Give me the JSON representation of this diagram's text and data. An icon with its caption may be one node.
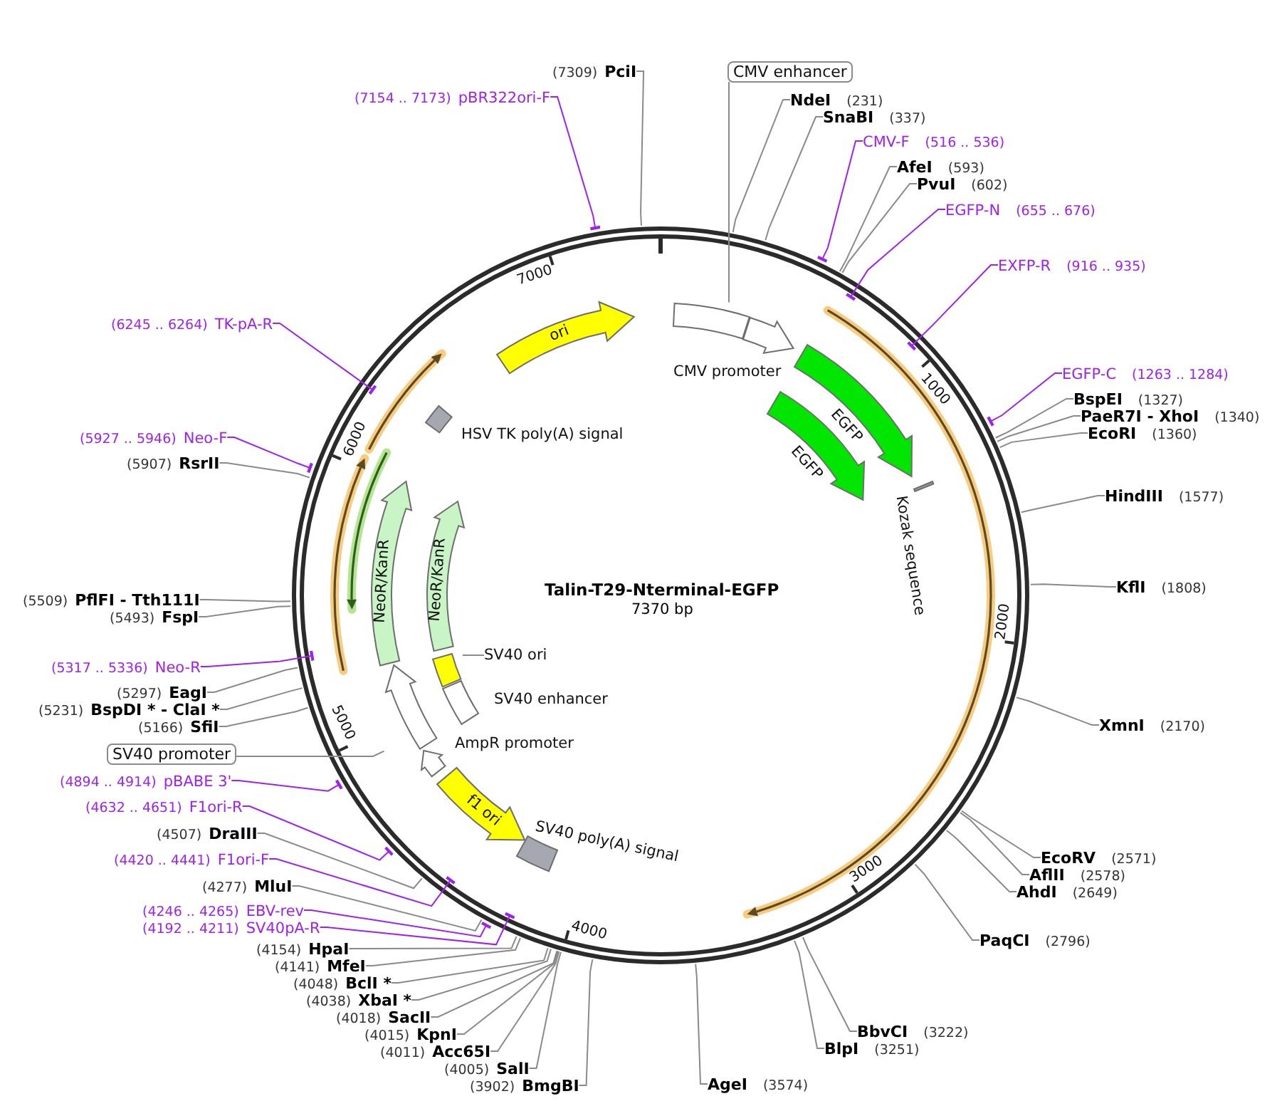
{
  "diagram": {
    "title": "Talin-T29-Nterminal-EGFP",
    "nodes": [
      {
        "text": [
          "(7154 .. 7173)",
          "pBR322ori-F"
        ]
      },
      {
        "text": [
          "(7309)",
          "PciI"
        ]
      },
      {
        "text": [
          "CMV enhancer"
        ]
      },
      {
        "text": [
          "NdeI",
          "(231)"
        ]
      },
      {
        "text": [
          "SnaBI",
          "(337)"
        ]
      },
      {
        "text": [
          "CMV-F",
          "(516 .. 536)"
        ]
      },
      {
        "text": [
          "AfeI",
          "(593)"
        ]
      },
      {
        "text": [
          "PvuI",
          "(602)"
        ]
      },
      {
        "text": [
          "EGFP-N",
          "(655 .. 676)"
        ]
      },
      {
        "text": [
          "EXFP-R",
          "(916 .. 935)"
        ]
      },
      {
        "text": [
          "EGFP-C",
          "(1263 .. 1284)"
        ]
      },
      {
        "text": [
          "BspEI",
          "(1327)"
        ]
      },
      {
        "text": [
          "PaeR7I - XhoI",
          "(1340)"
        ]
      },
      {
        "text": [
          "EcoRI",
          "(1360)"
        ]
      },
      {
        "text": [
          "HindIII",
          "(1577)"
        ]
      },
      {
        "text": [
          "KflI",
          "(1808)"
        ]
      },
      {
        "text": [
          "XmnI",
          "(2170)"
        ]
      },
      {
        "text": [
          "EcoRV",
          "(2571)"
        ]
      },
      {
        "text": [
          "AflII",
          "(2578)"
        ]
      },
      {
        "text": [
          "AhdI",
          "(2649)"
        ]
      },
      {
        "text": [
          "PaqCI",
          "(2796)"
        ]
      },
      {
        "text": [
          "BbvCI",
          "(3222)"
        ]
      },
      {
        "text": [
          "BlpI",
          "(3251)"
        ]
      },
      {
        "text": [
          "AgeI",
          "(3574)"
        ]
      },
      {
        "text": [
          "(3902)",
          "BmgBI"
        ]
      },
      {
        "text": [
          "(4005)",
          "SalI"
        ]
      },
      {
        "text": [
          "(4011)",
          "Acc65I"
        ]
      },
      {
        "text": [
          "(4015)",
          "KpnI"
        ]
      },
      {
        "text": [
          "(4018)",
          "SacII"
        ]
      },
      {
        "text": [
          "(4038)",
          "XbaI *"
        ]
      },
      {
        "text": [
          "(4048)",
          "BclI *"
        ]
      },
      {
        "text": [
          "(4141)",
          "MfeI"
        ]
      },
      {
        "text": [
          "(4154)",
          "HpaI"
        ]
      },
      {
        "text": [
          "(4192 .. 4211)",
          "SV40pA-R"
        ]
      },
      {
        "text": [
          "(4246 .. 4265)",
          "EBV-rev"
        ]
      },
      {
        "text": [
          "(4277)",
          "MluI"
        ]
      },
      {
        "text": [
          "(4420 .. 4441)",
          "F1ori-F"
        ]
      },
      {
        "text": [
          "(4507)",
          "DraIII"
        ]
      },
      {
        "text": [
          "(4632 .. 4651)",
          "F1ori-R"
        ]
      },
      {
        "text": [
          "(4894 .. 4914)",
          "pBABE 3'"
        ]
      },
      {
        "text": [
          "SV40 promoter"
        ]
      },
      {
        "text": [
          "(5166)",
          "SfiI"
        ]
      },
      {
        "text": [
          "(5231)",
          "BspDI * - ClaI *"
        ]
      },
      {
        "text": [
          "(5297)",
          "EagI"
        ]
      },
      {
        "text": [
          "(5317 .. 5336)",
          "Neo-R"
        ]
      },
      {
        "text": [
          "(5493)",
          "FspI"
        ]
      },
      {
        "text": [
          "(5509)",
          "PflFI - Tth111I"
        ]
      },
      {
        "text": [
          "(5907)",
          "RsrII"
        ]
      },
      {
        "text": [
          "(5927 .. 5946)",
          "Neo-F"
        ]
      },
      {
        "text": [
          "(6245 .. 6264)",
          "TK-pA-R"
        ]
      },
      {
        "text": [],
        "shape": "box"
      },
      {
        "text": [
          "CMV promoter"
        ]
      },
      {
        "text": [
          "EGFP"
        ]
      },
      {
        "text": [
          "EGFP"
        ]
      },
      {
        "text": [
          "Kozak sequence"
        ]
      },
      {
        "text": [
          "SV40 poly(A) signal"
        ]
      },
      {
        "text": [
          "f1 ori"
        ]
      },
      {
        "text": [
          "AmpR promoter"
        ]
      },
      {
        "text": [],
        "shape": "arrow"
      },
      {
        "text": [
          "SV40 enhancer"
        ]
      },
      {
        "text": [
          "SV40 ori"
        ]
      },
      {
        "text": [],
        "shape": "box"
      },
      {
        "text": [
          "NeoR/KanR"
        ]
      },
      {
        "text": [
          "NeoR/KanR"
        ]
      },
      {
        "text": [
          "HSV TK poly(A) signal"
        ]
      },
      {
        "text": [
          "ori"
        ]
      }
    ],
    "edges": [
      {
        "from": 0,
        "to": null,
        "arrow": "other",
        "color": "#a020f0"
      },
      {
        "from": 1,
        "to": null,
        "arrow": "none"
      },
      {
        "from": 2,
        "to": 50,
        "arrow": "none"
      },
      {
        "from": 3,
        "to": null,
        "arrow": "none"
      },
      {
        "from": 4,
        "to": null,
        "arrow": "none"
      },
      {
        "from": 5,
        "to": null,
        "arrow": "other",
        "color": "#a020f0"
      },
      {
        "from": 6,
        "to": null,
        "arrow": "none"
      },
      {
        "from": 7,
        "to": null,
        "arrow": "none"
      },
      {
        "from": 8,
        "to": null,
        "arrow": "other",
        "color": "#a020f0"
      },
      {
        "from": 9,
        "to": null,
        "arrow": "other",
        "color": "#a020f0"
      },
      {
        "from": 10,
        "to": null,
        "arrow": "other",
        "color": "#a020f0"
      },
      {
        "from": 11,
        "to": null,
        "arrow": "none"
      },
      {
        "from": 12,
        "to": null,
        "arrow": "none"
      },
      {
        "from": 13,
        "to": null,
        "arrow": "none"
      },
      {
        "from": 14,
        "to": null,
        "arrow": "none"
      },
      {
        "from": 15,
        "to": null,
        "arrow": "none"
      },
      {
        "from": 16,
        "to": null,
        "arrow": "none"
      },
      {
        "from": 17,
        "to": null,
        "arrow": "none"
      },
      {
        "from": 18,
        "to": null,
        "arrow": "none"
      },
      {
        "from": 19,
        "to": null,
        "arrow": "none"
      },
      {
        "from": 20,
        "to": null,
        "arrow": "none"
      },
      {
        "from": 21,
        "to": null,
        "arrow": "none"
      },
      {
        "from": 22,
        "to": null,
        "arrow": "none"
      },
      {
        "from": 23,
        "to": null,
        "arrow": "none"
      },
      {
        "from": 24,
        "to": null,
        "arrow": "none"
      },
      {
        "from": 25,
        "to": null,
        "arrow": "none"
      },
      {
        "from": 26,
        "to": null,
        "arrow": "none"
      },
      {
        "from": 27,
        "to": null,
        "arrow": "none"
      },
      {
        "from": 28,
        "to": null,
        "arrow": "none"
      },
      {
        "from": 29,
        "to": null,
        "arrow": "none"
      },
      {
        "from": 30,
        "to": null,
        "arrow": "none"
      },
      {
        "from": 31,
        "to": null,
        "arrow": "none"
      },
      {
        "from": 32,
        "to": null,
        "arrow": "none"
      },
      {
        "from": 33,
        "to": null,
        "arrow": "other",
        "color": "#a020f0"
      },
      {
        "from": 34,
        "to": null,
        "arrow": "other",
        "color": "#a020f0"
      },
      {
        "from": 35,
        "to": null,
        "arrow": "none"
      },
      {
        "from": 36,
        "to": null,
        "arrow": "other",
        "color": "#a020f0"
      },
      {
        "from": 37,
        "to": null,
        "arrow": "none"
      },
      {
        "from": 38,
        "to": null,
        "arrow": "other",
        "color": "#a020f0"
      },
      {
        "from": 39,
        "to": null,
        "arrow": "other",
        "color": "#a020f0"
      },
      {
        "from": 40,
        "to": 58,
        "arrow": "none"
      },
      {
        "from": 41,
        "to": null,
        "arrow": "none"
      },
      {
        "from": 42,
        "to": null,
        "arrow": "none"
      },
      {
        "from": 43,
        "to": null,
        "arrow": "none"
      },
      {
        "from": 44,
        "to": null,
        "arrow": "other",
        "color": "#a020f0"
      },
      {
        "from": 45,
        "to": null,
        "arrow": "none"
      },
      {
        "from": 46,
        "to": null,
        "arrow": "none"
      },
      {
        "from": 47,
        "to": null,
        "arrow": "none"
      },
      {
        "from": 48,
        "to": null,
        "arrow": "other",
        "color": "#a020f0"
      },
      {
        "from": 49,
        "to": null,
        "arrow": "other",
        "color": "#a020f0"
      },
      {
        "from": 60,
        "to": 61,
        "arrow": "none"
      }
    ],
    "labels": [
      "7370 bp",
      "1000",
      "2000",
      "3000",
      "4000",
      "5000",
      "6000",
      "7000"
    ]
  }
}
